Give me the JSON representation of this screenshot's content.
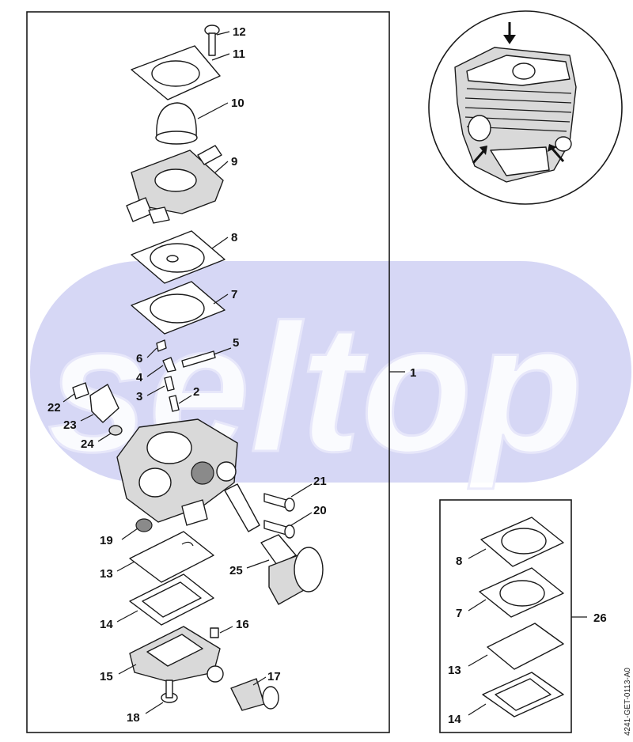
{
  "diagram": {
    "callouts": [
      "1",
      "2",
      "3",
      "4",
      "5",
      "6",
      "7",
      "8",
      "9",
      "10",
      "11",
      "12",
      "13",
      "14",
      "15",
      "16",
      "17",
      "18",
      "19",
      "20",
      "21",
      "22",
      "23",
      "24",
      "25"
    ],
    "kit": {
      "callouts": [
        "8",
        "7",
        "13",
        "14"
      ],
      "group_label": "26"
    },
    "drawing_code": "4241-GET-0113-A0",
    "watermark": "seltop",
    "colors": {
      "line": "#1a1a1a",
      "watermark_band": "#cfd0f3",
      "part_fill": "#ffffff",
      "shade": "#d9d9d9"
    },
    "icons": [
      "arrow-down-icon",
      "arrow-up-right-icon",
      "arrow-up-left-icon"
    ]
  }
}
